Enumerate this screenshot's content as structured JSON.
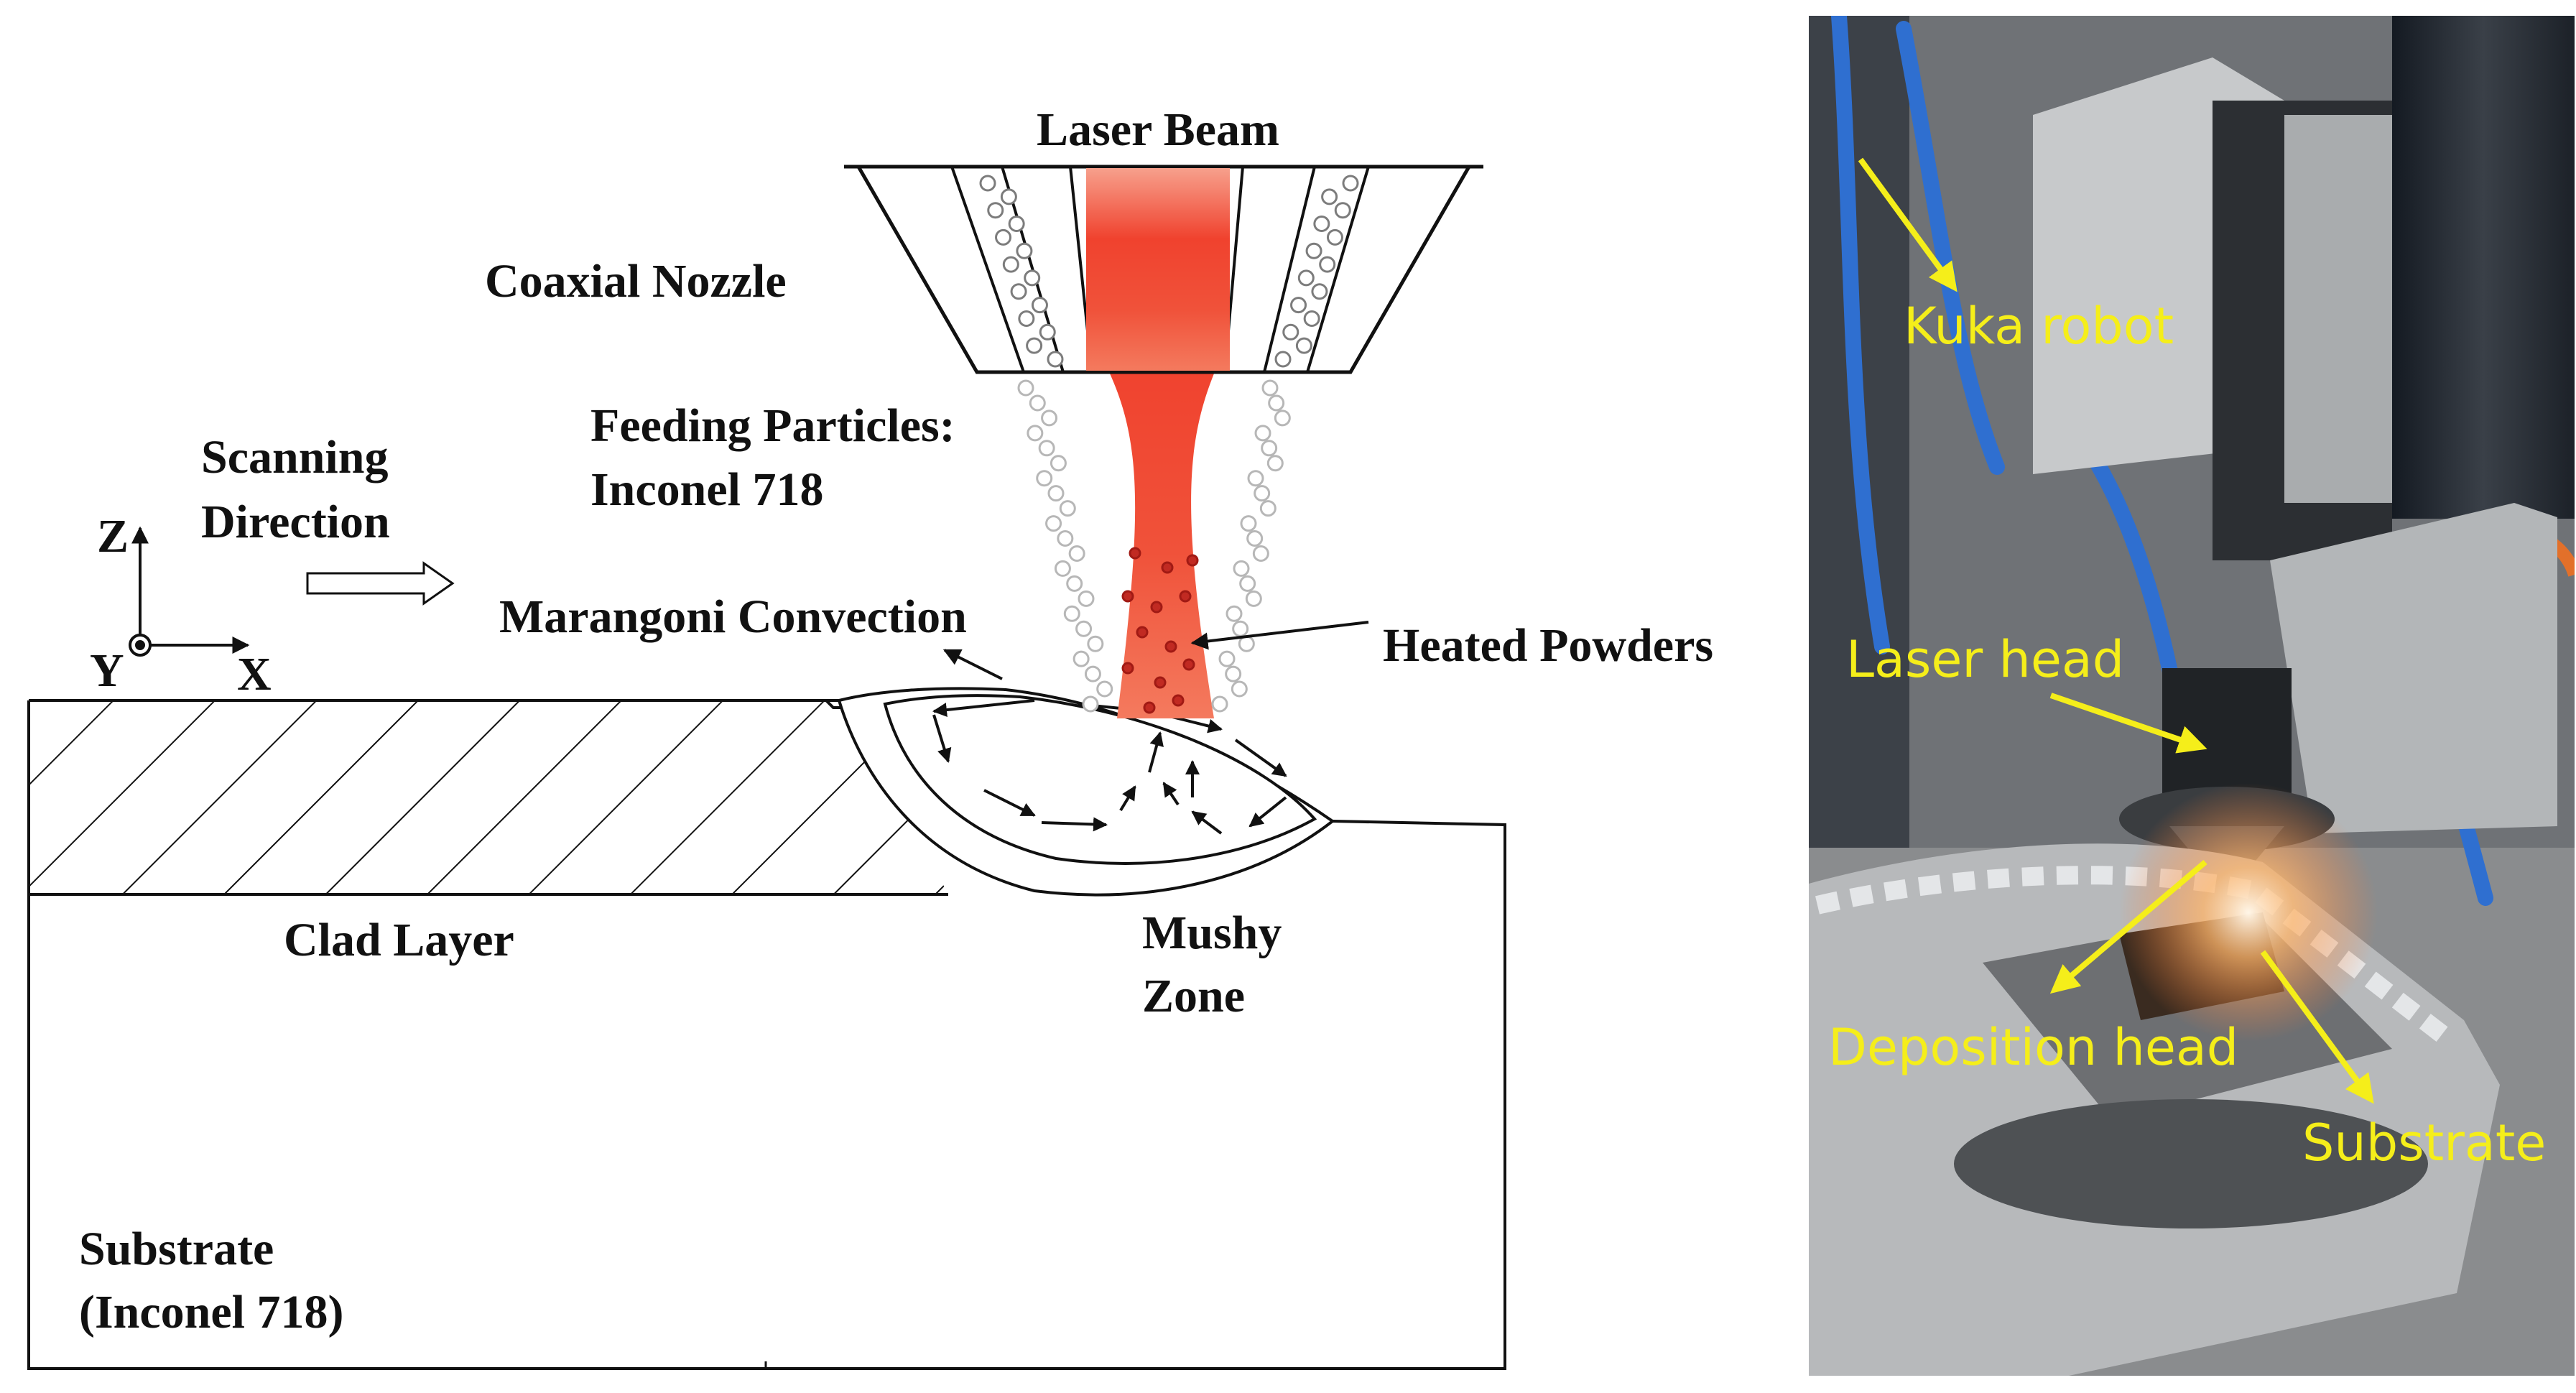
{
  "schematic": {
    "labels": {
      "laser_beam": "Laser Beam",
      "coaxial_nozzle": "Coaxial Nozzle",
      "feeding_particles_line1": "Feeding Particles:",
      "feeding_particles_line2": "Inconel 718",
      "scanning_line1": "Scanning",
      "scanning_line2": "Direction",
      "marangoni": "Marangoni Convection",
      "heated_powders": "Heated Powders",
      "clad_layer": "Clad Layer",
      "mushy_line1": "Mushy",
      "mushy_line2": "Zone",
      "substrate_line1": "Substrate",
      "substrate_line2": "(Inconel 718)"
    },
    "axes": {
      "z": "Z",
      "y": "Y",
      "x": "X"
    },
    "colors": {
      "beam_top": "#f59a86",
      "beam_mid": "#f23a2a",
      "line": "#111111",
      "particle": "#b7b7b7"
    }
  },
  "photo": {
    "labels": {
      "kuka_robot": "Kuka robot",
      "laser_head": "Laser head",
      "deposition_head": "Deposition head",
      "substrate": "Substrate"
    },
    "colors": {
      "annotation": "#f5ee1a"
    }
  }
}
